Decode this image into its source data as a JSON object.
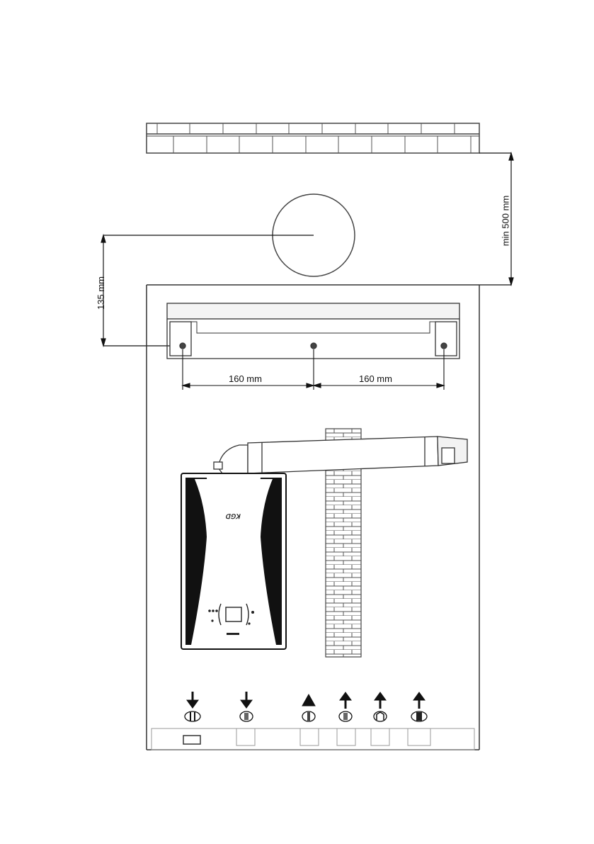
{
  "dimensions": {
    "bracket_left_spacing": "160 mm",
    "bracket_right_spacing": "160 mm",
    "flue_height": "135 mm",
    "ceiling_clearance": "min 500 mm"
  },
  "boiler": {
    "brand_mark": "ꓷꓨꓘ"
  },
  "connections": [
    {
      "icon": "gas-inlet-icon",
      "direction": "down"
    },
    {
      "icon": "heating-return-icon",
      "direction": "down"
    },
    {
      "icon": "cold-water-inlet-icon",
      "direction": "up"
    },
    {
      "icon": "heating-flow-icon",
      "direction": "up"
    },
    {
      "icon": "hot-water-outlet-icon",
      "direction": "up"
    },
    {
      "icon": "gas-outlet-icon",
      "direction": "up"
    }
  ]
}
